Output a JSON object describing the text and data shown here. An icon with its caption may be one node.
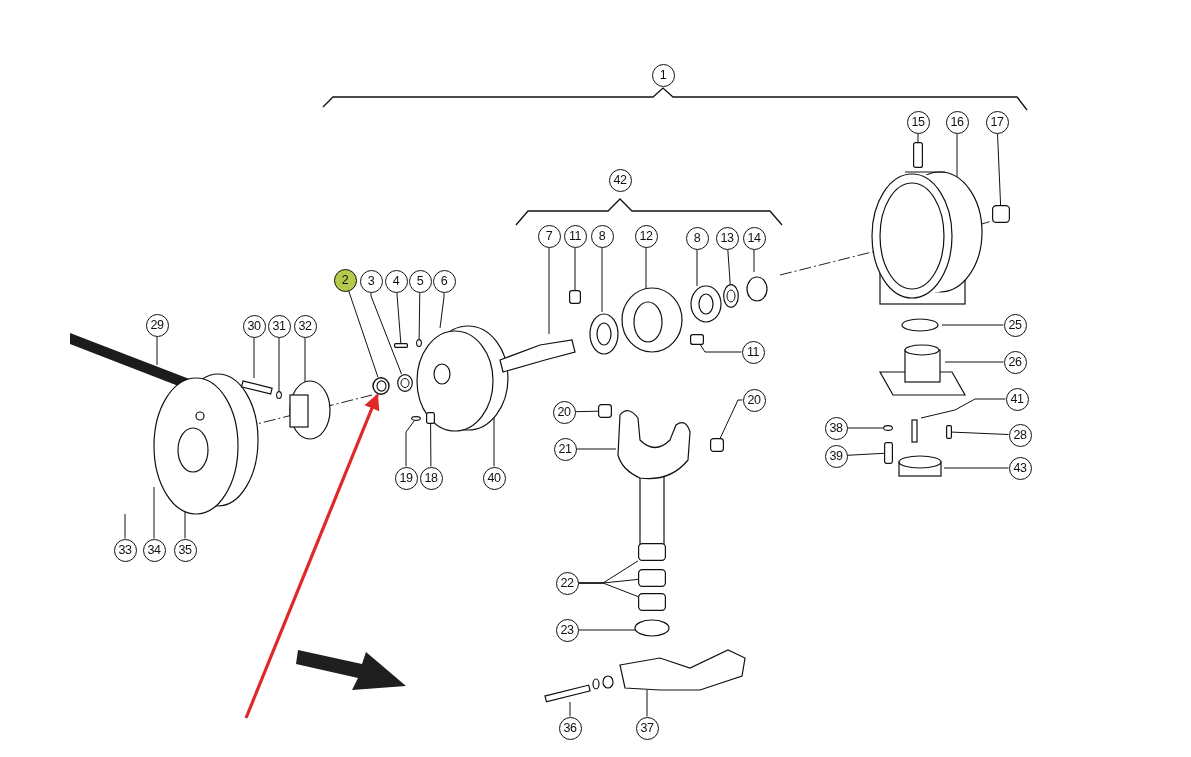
{
  "diagram": {
    "nodes": [
      {
        "text": [
          "1"
        ]
      },
      {
        "text": [
          "42"
        ]
      },
      {
        "text": [
          "15"
        ]
      },
      {
        "text": [
          "16"
        ]
      },
      {
        "text": [
          "17"
        ]
      },
      {
        "text": [
          "7"
        ]
      },
      {
        "text": [
          "11"
        ]
      },
      {
        "text": [
          "8"
        ]
      },
      {
        "text": [
          "12"
        ]
      },
      {
        "text": [
          "8"
        ]
      },
      {
        "text": [
          "13"
        ]
      },
      {
        "text": [
          "14"
        ]
      },
      {
        "text": [
          "2"
        ]
      },
      {
        "text": [
          "3"
        ]
      },
      {
        "text": [
          "4"
        ]
      },
      {
        "text": [
          "5"
        ]
      },
      {
        "text": [
          "6"
        ]
      },
      {
        "text": [
          "29"
        ]
      },
      {
        "text": [
          "30"
        ]
      },
      {
        "text": [
          "31"
        ]
      },
      {
        "text": [
          "32"
        ]
      },
      {
        "text": [
          "25"
        ]
      },
      {
        "text": [
          "11"
        ]
      },
      {
        "text": [
          "26"
        ]
      },
      {
        "text": [
          "20"
        ]
      },
      {
        "text": [
          "20"
        ]
      },
      {
        "text": [
          "41"
        ]
      },
      {
        "text": [
          "38"
        ]
      },
      {
        "text": [
          "28"
        ]
      },
      {
        "text": [
          "21"
        ]
      },
      {
        "text": [
          "39"
        ]
      },
      {
        "text": [
          "43"
        ]
      },
      {
        "text": [
          "19"
        ]
      },
      {
        "text": [
          "18"
        ]
      },
      {
        "text": [
          "40"
        ]
      },
      {
        "text": [
          "33"
        ]
      },
      {
        "text": [
          "34"
        ]
      },
      {
        "text": [
          "35"
        ]
      },
      {
        "text": [
          "22"
        ]
      },
      {
        "text": [
          "23"
        ]
      },
      {
        "text": [
          "36"
        ]
      },
      {
        "text": [
          "37"
        ]
      },
      {
        "text": [],
        "shape": "picture"
      },
      {
        "text": [],
        "shape": "picture"
      },
      {
        "text": [],
        "shape": "box"
      },
      {
        "text": [],
        "shape": "box"
      },
      {
        "text": [],
        "shape": "box"
      },
      {
        "text": [],
        "shape": "picture"
      },
      {
        "text": [],
        "shape": "circle"
      },
      {
        "text": [],
        "shape": "circle"
      },
      {
        "text": [],
        "shape": "box"
      },
      {
        "text": [],
        "shape": "box"
      },
      {
        "text": [],
        "shape": "box"
      },
      {
        "text": [],
        "shape": "circle"
      },
      {
        "text": [],
        "shape": "box"
      },
      {
        "text": [],
        "shape": "box"
      },
      {
        "text": [],
        "shape": "circle"
      },
      {
        "text": [],
        "shape": "box"
      },
      {
        "text": [],
        "shape": "box"
      },
      {
        "text": [],
        "shape": "box"
      },
      {
        "text": [],
        "shape": "box"
      },
      {
        "text": [],
        "shape": "box"
      }
    ],
    "edges": [
      {
        "from": 2,
        "to": 44,
        "arrow": "none"
      },
      {
        "from": 3,
        "to": null,
        "arrow": "none"
      },
      {
        "from": 4,
        "to": 45,
        "arrow": "none"
      },
      {
        "from": 5,
        "to": null,
        "arrow": "none"
      },
      {
        "from": 6,
        "to": 46,
        "arrow": "none"
      },
      {
        "from": 7,
        "to": null,
        "arrow": "none"
      },
      {
        "from": 8,
        "to": null,
        "arrow": "none"
      },
      {
        "from": 9,
        "to": null,
        "arrow": "none"
      },
      {
        "from": 10,
        "to": 47,
        "arrow": "none"
      },
      {
        "from": 11,
        "to": null,
        "arrow": "none"
      },
      {
        "from": 12,
        "to": 42,
        "arrow": "none"
      },
      {
        "from": 13,
        "to": 43,
        "arrow": "none"
      },
      {
        "from": 14,
        "to": 61,
        "arrow": "none"
      },
      {
        "from": 15,
        "to": 48,
        "arrow": "none"
      },
      {
        "from": 16,
        "to": null,
        "arrow": "none"
      },
      {
        "from": 17,
        "to": null,
        "arrow": "none"
      },
      {
        "from": 18,
        "to": null,
        "arrow": "none"
      },
      {
        "from": 19,
        "to": 49,
        "arrow": "none"
      },
      {
        "from": 20,
        "to": null,
        "arrow": "none"
      },
      {
        "from": 21,
        "to": null,
        "arrow": "none"
      },
      {
        "from": 22,
        "to": 50,
        "arrow": "none"
      },
      {
        "from": 23,
        "to": null,
        "arrow": "none"
      },
      {
        "from": 24,
        "to": 52,
        "arrow": "none"
      },
      {
        "from": 25,
        "to": 51,
        "arrow": "none"
      },
      {
        "from": 26,
        "to": null,
        "arrow": "none"
      },
      {
        "from": 27,
        "to": 53,
        "arrow": "none"
      },
      {
        "from": 28,
        "to": 54,
        "arrow": "none"
      },
      {
        "from": 29,
        "to": null,
        "arrow": "none"
      },
      {
        "from": 30,
        "to": 55,
        "arrow": "none"
      },
      {
        "from": 31,
        "to": null,
        "arrow": "none"
      },
      {
        "from": 32,
        "to": 56,
        "arrow": "none"
      },
      {
        "from": 33,
        "to": 57,
        "arrow": "none"
      },
      {
        "from": 34,
        "to": null,
        "arrow": "none"
      },
      {
        "from": 35,
        "to": null,
        "arrow": "none"
      },
      {
        "from": 36,
        "to": null,
        "arrow": "none"
      },
      {
        "from": 37,
        "to": null,
        "arrow": "none"
      },
      {
        "from": 38,
        "to": 58,
        "arrow": "none"
      },
      {
        "from": 38,
        "to": 59,
        "arrow": "none"
      },
      {
        "from": 38,
        "to": 60,
        "arrow": "none"
      },
      {
        "from": 39,
        "to": null,
        "arrow": "none"
      },
      {
        "from": 40,
        "to": null,
        "arrow": "none"
      },
      {
        "from": 41,
        "to": null,
        "arrow": "none"
      },
      {
        "from": null,
        "to": 42,
        "arrow": "to",
        "style": "thick",
        "color": "#e02828"
      }
    ]
  }
}
